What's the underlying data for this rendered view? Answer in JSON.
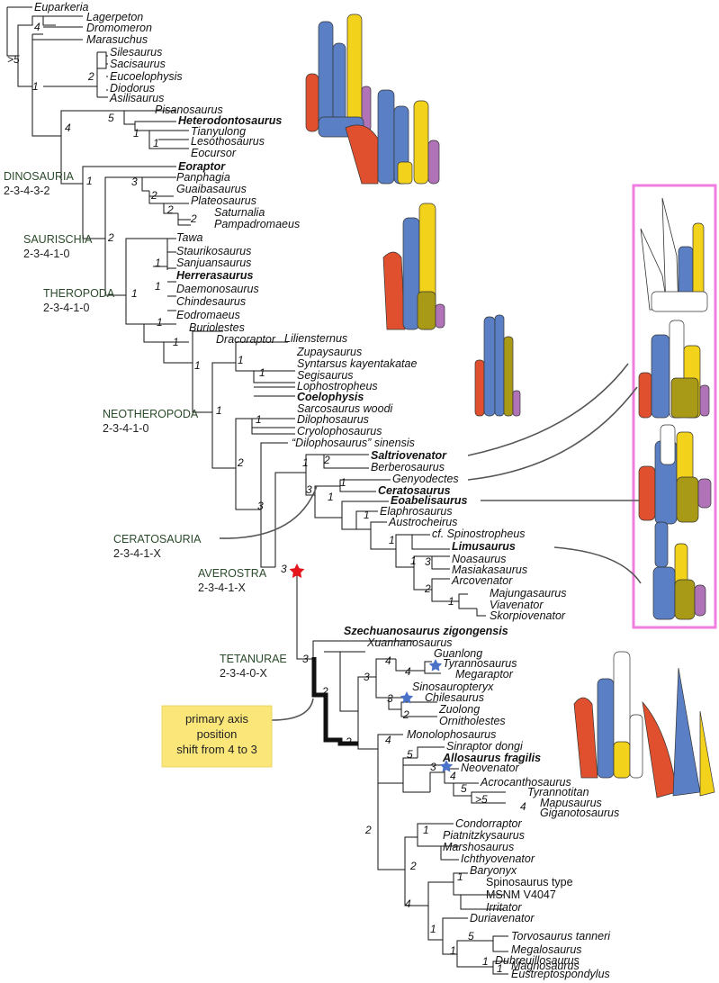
{
  "taxa": {
    "t_euparkeria": "Euparkeria",
    "t_lagerpeton": "Lagerpeton",
    "t_dromomeron": "Dromomeron",
    "t_marasuchus": "Marasuchus",
    "t_silesaurus": "Silesaurus",
    "t_sacisaurus": "Sacisaurus",
    "t_eucoelophysis": "Eucoelophysis",
    "t_diodorus": "Diodorus",
    "t_asilisaurus": "Asilisaurus",
    "t_pisanosaurus": "Pisanosaurus",
    "t_heterodontosaurus": "Heterodontosaurus",
    "t_tianyulong": "Tianyulong",
    "t_lesothosaurus": "Lesothosaurus",
    "t_eocursor": "Eocursor",
    "t_eoraptor": "Eoraptor",
    "t_panphagia": "Panphagia",
    "t_guaibasaurus": "Guaibasaurus",
    "t_plateosaurus": "Plateosaurus",
    "t_saturnalia": "Saturnalia",
    "t_pampadromaeus": "Pampadromaeus",
    "t_tawa": "Tawa",
    "t_staurikosaurus": "Staurikosaurus",
    "t_sanjuansaurus": "Sanjuansaurus",
    "t_herrerasaurus": "Herrerasaurus",
    "t_daemonosaurus": "Daemonosaurus",
    "t_chindesaurus": "Chindesaurus",
    "t_eodromaeus": "Eodromaeus",
    "t_buriolestes": "Buriolestes",
    "t_dracoraptor": "Dracoraptor",
    "t_liliensternus": "Liliensternus",
    "t_zupaysaurus": "Zupaysaurus",
    "t_syntarsus": "Syntarsus kayentakatae",
    "t_segisaurus": "Segisaurus",
    "t_lophostropheus": "Lophostropheus",
    "t_coelophysis": "Coelophysis",
    "t_sarcosaurus": "Sarcosaurus woodi",
    "t_dilophosaurus": "Dilophosaurus",
    "t_cryolophosaurus": "Cryolophosaurus",
    "t_dilo_sinensis": "“Dilophosaurus” sinensis",
    "t_saltriovenator": "Saltriovenator",
    "t_berberosaurus": "Berberosaurus",
    "t_genyodectes": "Genyodectes",
    "t_ceratosaurus": "Ceratosaurus",
    "t_eoabelisaurus": "Eoabelisaurus",
    "t_elaphrosaurus": "Elaphrosaurus",
    "t_austrocheirus": "Austrocheirus",
    "t_spinostropheus": "cf. Spinostropheus",
    "t_limusaurus": "Limusaurus",
    "t_noasaurus": "Noasaurus",
    "t_masiakasaurus": "Masiakasaurus",
    "t_arcovenator": "Arcovenator",
    "t_majungasaurus": "Majungasaurus",
    "t_viavenator": "Viavenator",
    "t_skorpiovenator": "Skorpiovenator",
    "t_szechuanosaurus": "Szechuanosaurus zigongensis",
    "t_xuanhanosaurus": "Xuanhanosaurus",
    "t_guanlong": "Guanlong",
    "t_tyrannosaurus": "Tyrannosaurus",
    "t_megaraptor": "Megaraptor",
    "t_sinosauropteryx": "Sinosauropteryx",
    "t_chilesaurus": "Chilesaurus",
    "t_zuolong": "Zuolong",
    "t_ornitholestes": "Ornitholestes",
    "t_monolophosaurus": "Monolophosaurus",
    "t_sinraptor": "Sinraptor dongi",
    "t_allosaurus": "Allosaurus fragilis",
    "t_neovenator": "Neovenator",
    "t_acrocanthosaurus": "Acrocanthosaurus",
    "t_tyrannotitan": "Tyrannotitan",
    "t_mapusaurus": "Mapusaurus",
    "t_giganotosaurus": "Giganotosaurus",
    "t_condorraptor": "Condorraptor",
    "t_piatnitzkysaurus": "Piatnitzkysaurus",
    "t_marshosaurus": "Marshosaurus",
    "t_ichthyovenator": "Ichthyovenator",
    "t_baryonyx": "Baryonyx",
    "t_spinosaurus": "Spinosaurus type",
    "t_msnm": "MSNM V4047",
    "t_irritator": "Irritator",
    "t_duriavenator": "Duriavenator",
    "t_torvosaurus": "Torvosaurus tanneri",
    "t_megalosaurus": "Megalosaurus",
    "t_dubreuillosaurus": "Dubreuillosaurus",
    "t_magnosaurus": "Magnosaurus",
    "t_eustreptospondylus": "Eustreptospondylus"
  },
  "support": {
    "s1": "4",
    "s2": ">5",
    "s3": "1",
    "s4": "2",
    "s5": "4",
    "s6": "5",
    "s7": "1",
    "s8": "1",
    "s9": "1",
    "s10": "3",
    "s11": "2",
    "s12": "2",
    "s13": "2",
    "s14": "2",
    "s15": "1",
    "s16": "1",
    "s17": "1",
    "s18": "1",
    "s19": "1",
    "s20": "1",
    "s21": "1",
    "s22": "1",
    "s23": "1",
    "s24": "1",
    "s25": "2",
    "s26": "3",
    "s27": "1",
    "s28": "2",
    "s29": "1",
    "s30": "1",
    "s31": "1",
    "s32": "1",
    "s33": "1",
    "s34": "3",
    "s35": "2",
    "s36": "1",
    "s37": "3",
    "s38": "3",
    "s39": "3",
    "s40": "4",
    "s41": "4",
    "s42": "3",
    "s43": "3",
    "s44": "2",
    "s45": "2",
    "s46": "4",
    "s47": "5",
    "s48": "3",
    "s49": "4",
    "s50": "5",
    "s51": ">5",
    "s52": "4",
    "s53": "2",
    "s54": "2",
    "s55": "1",
    "s56": "2",
    "s57": "1",
    "s58": "4",
    "s59": "1",
    "s60": "5",
    "s61": "1",
    "s62": "1",
    "s63": "1"
  },
  "clades": {
    "dinosauria": {
      "name": "DINOSAURIA",
      "code": "2-3-4-3-2"
    },
    "saurischia": {
      "name": "SAURISCHIA",
      "code": "2-3-4-1-0"
    },
    "theropoda": {
      "name": "THEROPODA",
      "code": "2-3-4-1-0"
    },
    "neotheropoda": {
      "name": "NEOTHEROPODA",
      "code": "2-3-4-1-0"
    },
    "ceratosauria": {
      "name": "CERATOSAURIA",
      "code": "2-3-4-1-X"
    },
    "averostra": {
      "name": "AVEROSTRA",
      "code": "2-3-4-1-X"
    },
    "tetanurae": {
      "name": "TETANURAE",
      "code": "2-3-4-0-X"
    }
  },
  "note": {
    "line1": "primary axis",
    "line2": "position",
    "line3": "shift from 4 to 3"
  },
  "colors": {
    "digit_i": "#e0502e",
    "digit_ii": "#5b7fc4",
    "digit_iii": "#f2d21a",
    "digit_iv": "#a89a16",
    "digit_v": "#b073b8",
    "highlight_box": "#f07ee0",
    "note_bg": "#fbe67a",
    "averostra_star": "#e4161c",
    "change_star": "#4a72c8"
  }
}
